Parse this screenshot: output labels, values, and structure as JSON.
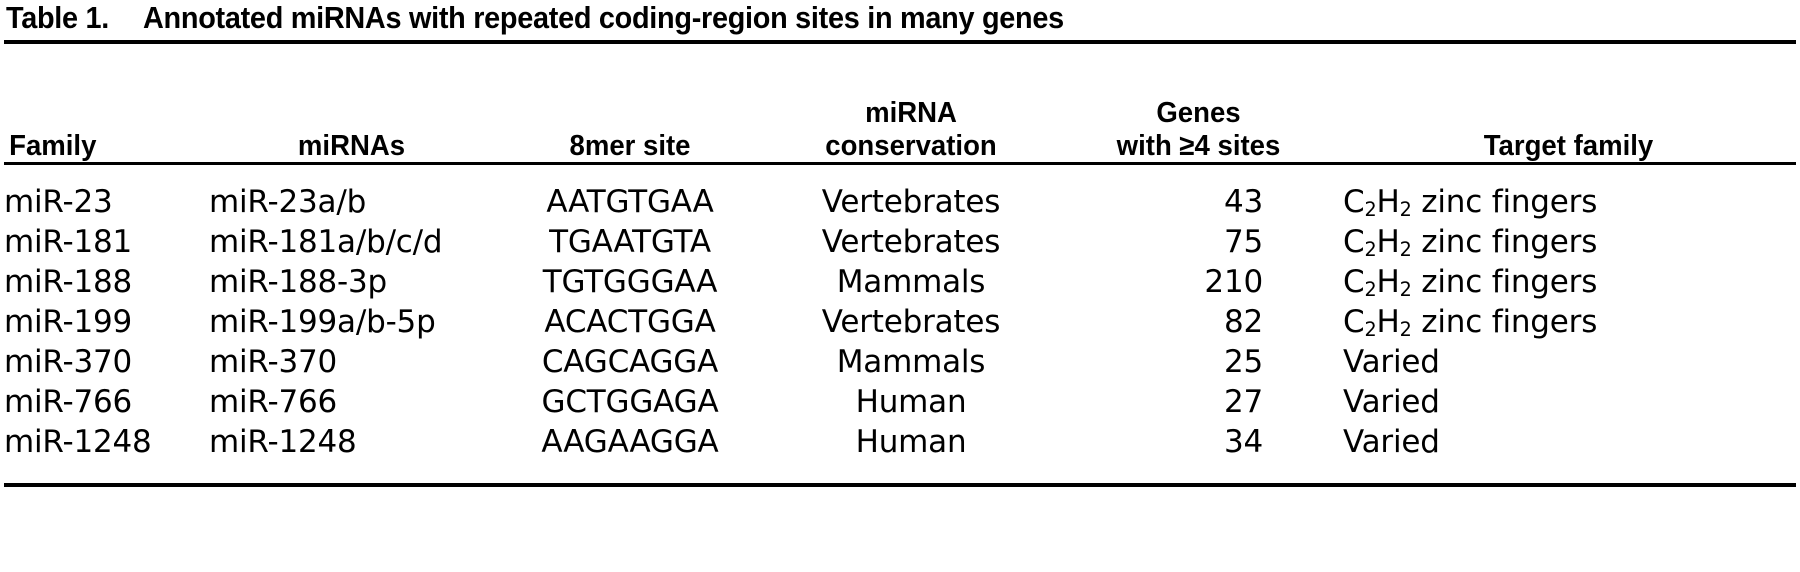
{
  "table": {
    "label": "Table 1.",
    "caption": "Annotated miRNAs with repeated coding-region sites in many genes",
    "headers": {
      "family": "Family",
      "mirnas": "miRNAs",
      "site": "8mer site",
      "conservation_line1": "miRNA",
      "conservation_line2": "conservation",
      "genes_line1": "Genes",
      "genes_line2": "with ≥4 sites",
      "target": "Target family"
    },
    "columns": [
      "Family",
      "miRNAs",
      "8mer site",
      "miRNA conservation",
      "Genes with ≥4 sites",
      "Target family"
    ],
    "rows": [
      {
        "family": "miR-23",
        "mirnas": "miR-23a/b",
        "site": "AATGTGAA",
        "conservation": "Vertebrates",
        "genes_with_4_sites": "43",
        "target_family": "C₂H₂ zinc fingers",
        "target_prefix": "C",
        "target_sub1": "2",
        "target_mid": "H",
        "target_sub2": "2",
        "target_suffix": " zinc fingers"
      },
      {
        "family": "miR-181",
        "mirnas": "miR-181a/b/c/d",
        "site": "TGAATGTA",
        "conservation": "Vertebrates",
        "genes_with_4_sites": "75",
        "target_family": "C₂H₂ zinc fingers",
        "target_prefix": "C",
        "target_sub1": "2",
        "target_mid": "H",
        "target_sub2": "2",
        "target_suffix": " zinc fingers"
      },
      {
        "family": "miR-188",
        "mirnas": "miR-188-3p",
        "site": "TGTGGGAA",
        "conservation": "Mammals",
        "genes_with_4_sites": "210",
        "target_family": "C₂H₂ zinc fingers",
        "target_prefix": "C",
        "target_sub1": "2",
        "target_mid": "H",
        "target_sub2": "2",
        "target_suffix": " zinc fingers"
      },
      {
        "family": "miR-199",
        "mirnas": "miR-199a/b-5p",
        "site": "ACACTGGA",
        "conservation": "Vertebrates",
        "genes_with_4_sites": "82",
        "target_family": "C₂H₂ zinc fingers",
        "target_prefix": "C",
        "target_sub1": "2",
        "target_mid": "H",
        "target_sub2": "2",
        "target_suffix": " zinc fingers"
      },
      {
        "family": "miR-370",
        "mirnas": "miR-370",
        "site": "CAGCAGGA",
        "conservation": "Mammals",
        "genes_with_4_sites": "25",
        "target_family": "Varied",
        "target_prefix": "Varied",
        "target_sub1": "",
        "target_mid": "",
        "target_sub2": "",
        "target_suffix": ""
      },
      {
        "family": "miR-766",
        "mirnas": "miR-766",
        "site": "GCTGGAGA",
        "conservation": "Human",
        "genes_with_4_sites": "27",
        "target_family": "Varied",
        "target_prefix": "Varied",
        "target_sub1": "",
        "target_mid": "",
        "target_sub2": "",
        "target_suffix": ""
      },
      {
        "family": "miR-1248",
        "mirnas": "miR-1248",
        "site": "AAGAAGGA",
        "conservation": "Human",
        "genes_with_4_sites": "34",
        "target_family": "Varied",
        "target_prefix": "Varied",
        "target_sub1": "",
        "target_mid": "",
        "target_sub2": "",
        "target_suffix": ""
      }
    ]
  },
  "colors": {
    "text": "#000000",
    "background": "#ffffff",
    "rule": "#000000"
  }
}
